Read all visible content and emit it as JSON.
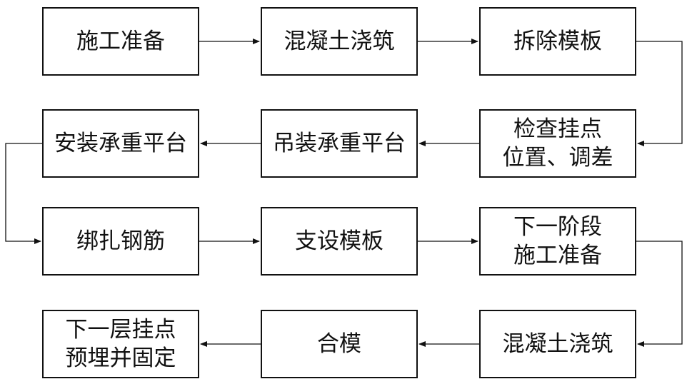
{
  "steps": [
    {
      "id": "b1",
      "label": "施工准备"
    },
    {
      "id": "b2",
      "label": "混凝土浇筑"
    },
    {
      "id": "b3",
      "label": "拆除模板"
    },
    {
      "id": "b4",
      "label": "检查挂点\n位置、调差"
    },
    {
      "id": "b5",
      "label": "吊装承重平台"
    },
    {
      "id": "b6",
      "label": "安装承重平台"
    },
    {
      "id": "b7",
      "label": "绑扎钢筋"
    },
    {
      "id": "b8",
      "label": "支设模板"
    },
    {
      "id": "b9",
      "label": "下一阶段\n施工准备"
    },
    {
      "id": "b10",
      "label": "混凝土浇筑"
    },
    {
      "id": "b11",
      "label": "合模"
    },
    {
      "id": "b12",
      "label": "下一层挂点\n预埋并固定"
    }
  ],
  "edges": [
    {
      "from": "b1",
      "to": "b2"
    },
    {
      "from": "b2",
      "to": "b3"
    },
    {
      "from": "b3",
      "to": "b4"
    },
    {
      "from": "b4",
      "to": "b5"
    },
    {
      "from": "b5",
      "to": "b6"
    },
    {
      "from": "b6",
      "to": "b7"
    },
    {
      "from": "b7",
      "to": "b8"
    },
    {
      "from": "b8",
      "to": "b9"
    },
    {
      "from": "b9",
      "to": "b10"
    },
    {
      "from": "b10",
      "to": "b11"
    },
    {
      "from": "b11",
      "to": "b12"
    }
  ]
}
